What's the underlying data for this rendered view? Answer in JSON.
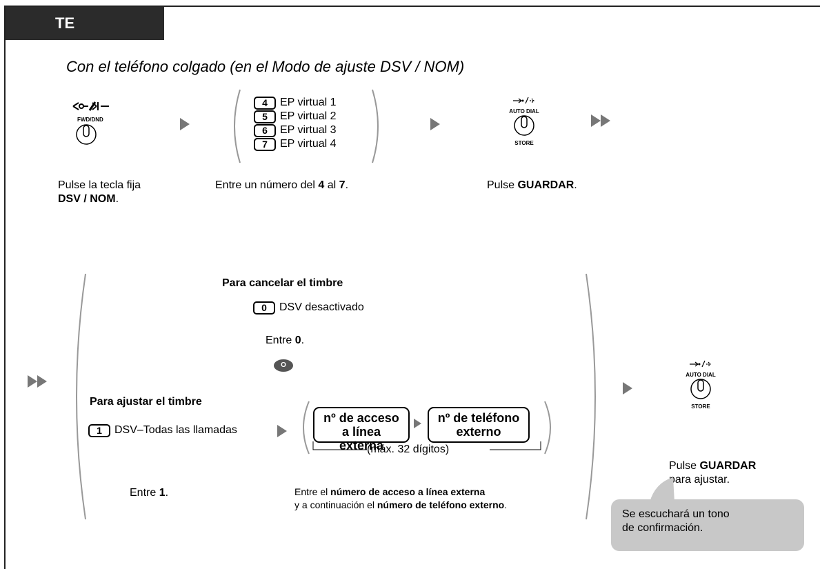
{
  "header": {
    "tab_label": "TE"
  },
  "subtitle": "Con el teléfono colgado (en el Modo de ajuste DSV / NOM)",
  "buttons": {
    "fwd_dnd_label": "FWD/DND",
    "auto_dial_label": "AUTO DIAL",
    "store_label": "STORE"
  },
  "step1": {
    "caption_line1": "Pulse la tecla fija",
    "caption_bold": "DSV / NOM",
    "caption_end": "."
  },
  "step2": {
    "options": [
      {
        "key": "4",
        "label": "EP virtual 1"
      },
      {
        "key": "5",
        "label": "EP virtual 2"
      },
      {
        "key": "6",
        "label": "EP virtual 3"
      },
      {
        "key": "7",
        "label": "EP virtual 4"
      }
    ],
    "caption_pre": "Entre un número del ",
    "caption_b1": "4",
    "caption_mid": " al ",
    "caption_b2": "7",
    "caption_end": "."
  },
  "step3": {
    "caption_pre": "Pulse ",
    "caption_bold": "GUARDAR",
    "caption_end": "."
  },
  "cancel": {
    "heading": "Para cancelar el timbre",
    "key": "0",
    "label": "DSV desactivado",
    "caption_pre": "Entre ",
    "caption_bold": "0",
    "caption_end": ".",
    "separator": "O"
  },
  "set": {
    "heading": "Para ajustar el timbre",
    "key": "1",
    "label": "DSV–Todas las llamadas",
    "access_line1": "nº de acceso",
    "access_line2": "a línea externa",
    "phone_line1": "nº de teléfono",
    "phone_line2": "externo",
    "max_digits": "(máx. 32 dígitos)",
    "caption_pre": "Entre ",
    "caption_bold": "1",
    "caption_end": ".",
    "caption2_pre": "Entre el ",
    "caption2_b1": "número de acceso a línea externa",
    "caption2_mid": "y a continuación el ",
    "caption2_b2": "número de teléfono externo",
    "caption2_end": "."
  },
  "final": {
    "caption_pre": "Pulse ",
    "caption_bold": "GUARDAR",
    "caption_line2": "para ajustar."
  },
  "bubble": {
    "line1": "Se escuchará un tono",
    "line2": "de confirmación."
  }
}
